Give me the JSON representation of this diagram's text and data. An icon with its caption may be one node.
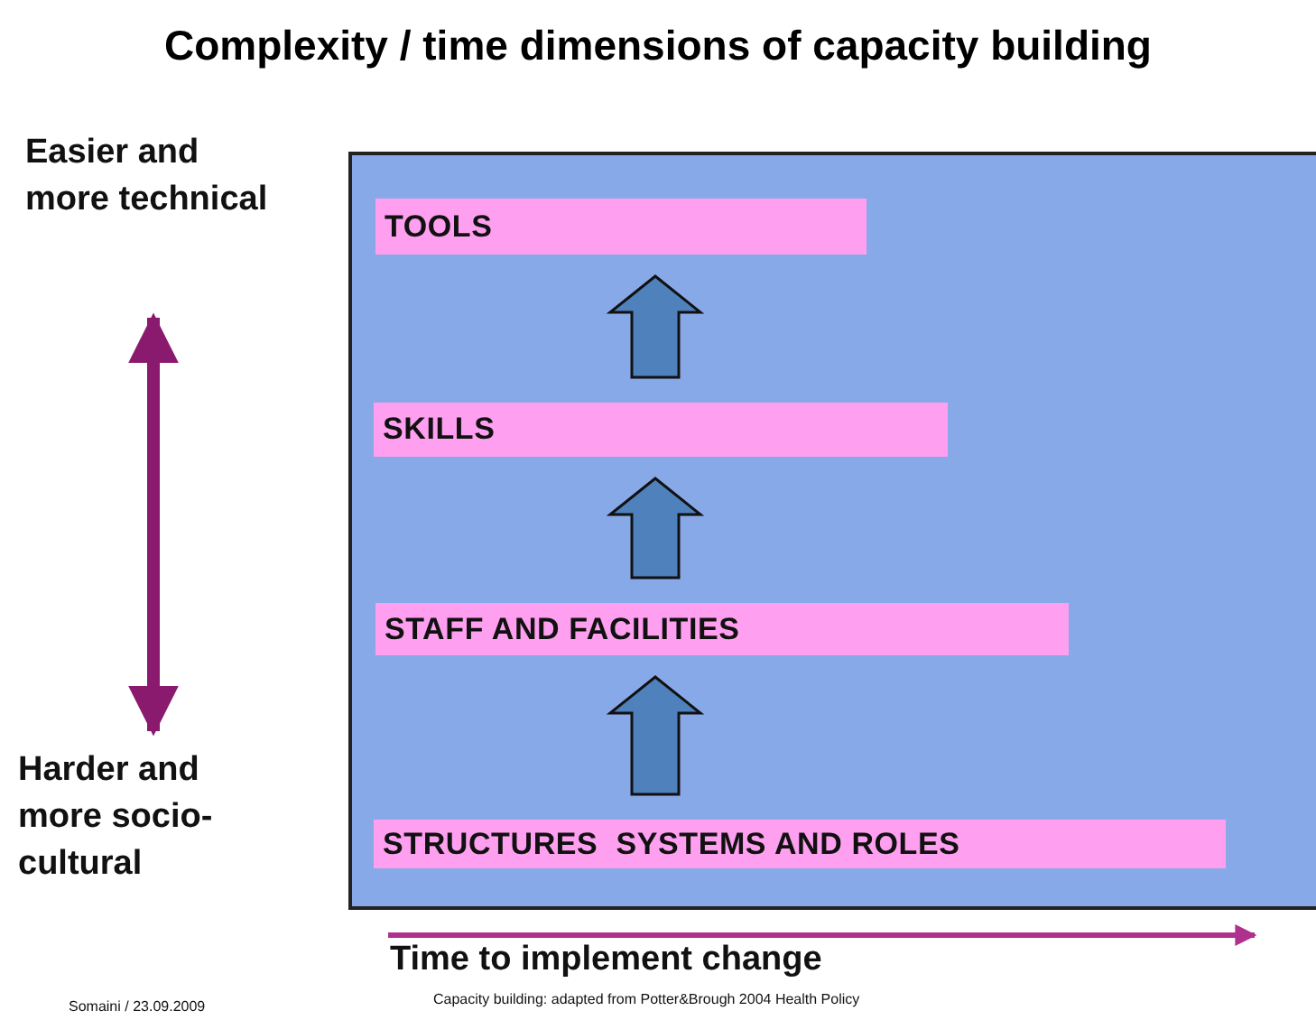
{
  "diagram": {
    "title": "Complexity / time dimensions of capacity building",
    "nodes": [
      {
        "text": [],
        "shape": "box"
      },
      {
        "text": [
          "TOOLS"
        ],
        "in": 0
      },
      {
        "text": [
          "SKILLS"
        ],
        "in": 0
      },
      {
        "text": [
          "STAFF AND FACILITIES"
        ],
        "in": 0
      },
      {
        "text": [
          "STRUCTURES  SYSTEMS AND ROLES"
        ],
        "in": 0
      }
    ],
    "edges": [
      {
        "from": 4,
        "to": 3,
        "arrow": "to",
        "style": "thick"
      },
      {
        "from": 3,
        "to": 2,
        "arrow": "to",
        "style": "thick"
      },
      {
        "from": 2,
        "to": 1,
        "arrow": "to",
        "style": "thick"
      }
    ],
    "labels": [
      "Easier and more technical",
      "Harder and more socio-cultural",
      "Time to implement change",
      "Somaini / 23.09.2009",
      "Capacity building: adapted from Potter&Brough 2004 Health Policy"
    ]
  }
}
